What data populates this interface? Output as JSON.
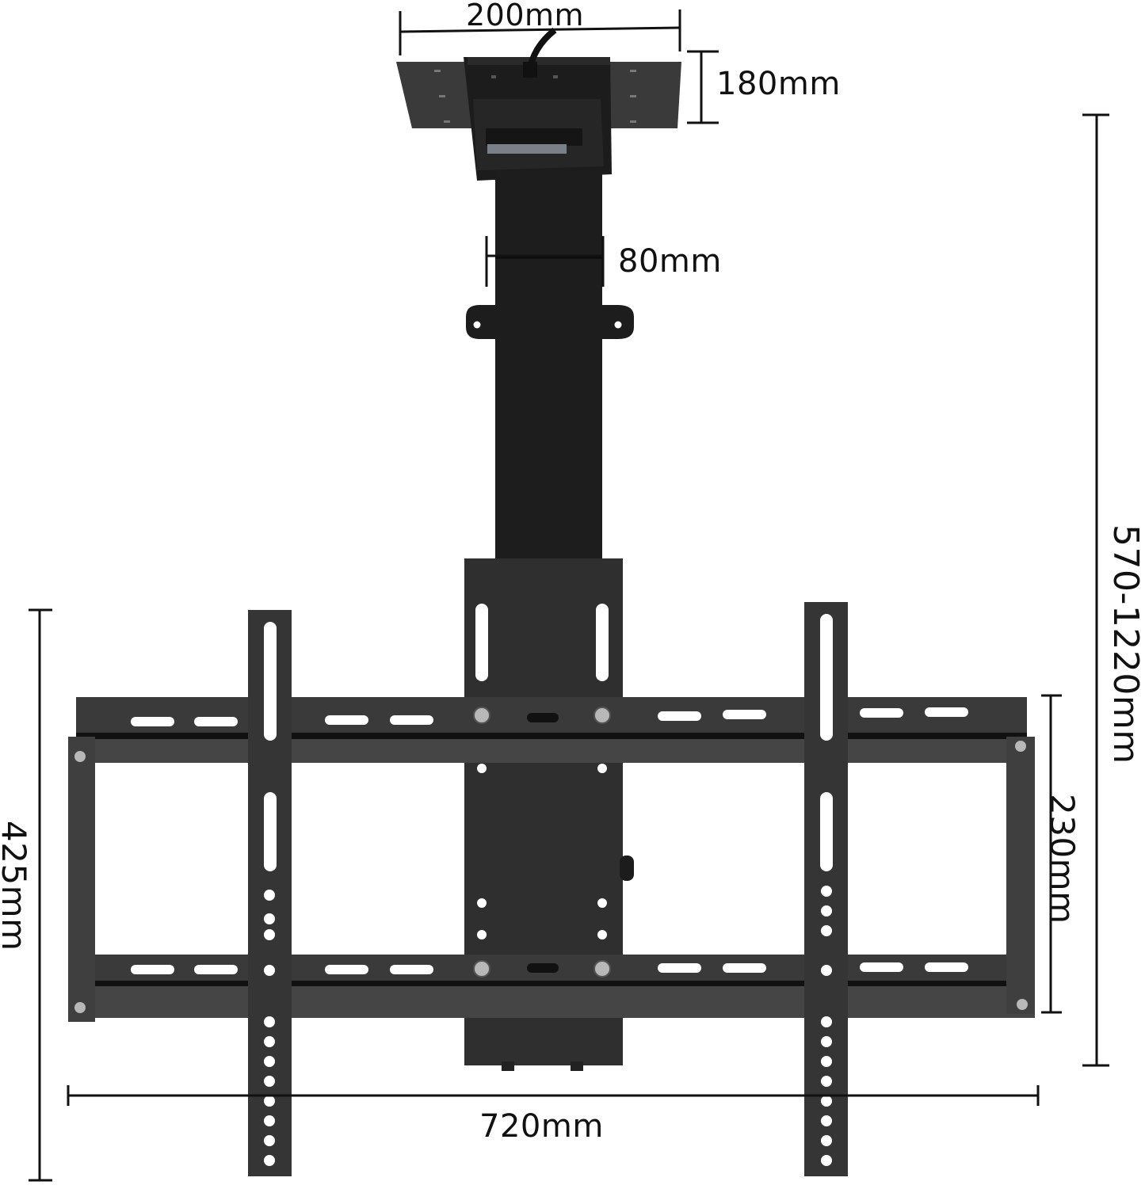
{
  "diagram": {
    "subject": "Motorized ceiling TV mount",
    "colors": {
      "background": "#ffffff",
      "mount_dark": "#1b1b1b",
      "mount_mid": "#2a2a2a",
      "bracket": "#3a3a3a",
      "rail_face": "#454545",
      "dimension_line": "#111111",
      "screw": "#b8b8b8"
    },
    "dimensions": {
      "top_plate_width": "200mm",
      "top_plate_depth": "180mm",
      "column_width": "80mm",
      "height_range": "570-1220mm",
      "rail_spacing": "230mm",
      "vertical_bracket_length": "425mm",
      "overall_width": "720mm"
    }
  }
}
